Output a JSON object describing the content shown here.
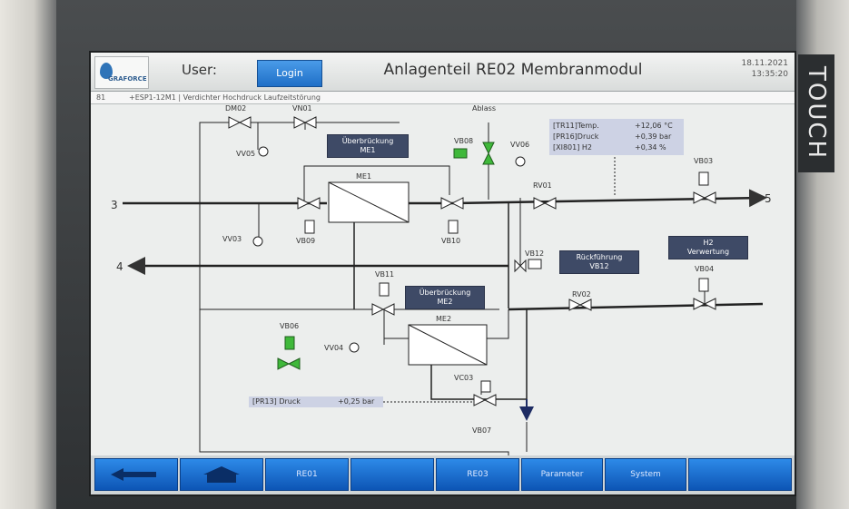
{
  "device": {
    "side_label": "TOUCH"
  },
  "header": {
    "logo_text": "GRAFORCE",
    "user_label": "User:",
    "login_button": "Login",
    "title": "Anlagenteil RE02 Membranmodul",
    "date": "18.11.2021",
    "time": "13:35:20"
  },
  "message_bar": {
    "number": "81",
    "text": "+ESP1-12M1 | Verdichter Hochdruck Laufzeitstörung"
  },
  "diagram": {
    "labels": {
      "dm02": "DM02",
      "vn01": "VN01",
      "ablass": "Ablass",
      "vv05": "VV05",
      "vb08": "VB08",
      "vv06": "VV06",
      "vb03": "VB03",
      "me1": "ME1",
      "rv01": "RV01",
      "in3": "3",
      "out5": "5",
      "vv03": "VV03",
      "vb09": "VB09",
      "vb10": "VB10",
      "vb12": "VB12",
      "out4": "4",
      "vb11": "VB11",
      "vb04": "VB04",
      "rv02": "RV02",
      "vb06": "VB06",
      "me2": "ME2",
      "vv04": "VV04",
      "vc03": "VC03",
      "vb07": "VB07"
    },
    "buttons": {
      "bypass_me1": [
        "Überbrückung",
        "ME1"
      ],
      "bypass_me2": [
        "Überbrückung",
        "ME2"
      ],
      "return_vb12": [
        "Rückführung",
        "VB12"
      ],
      "h2_use": [
        "H2",
        "Verwertung"
      ]
    },
    "info_box": {
      "rows": [
        {
          "tag": "[TR11]Temp.",
          "value": "+12,06 °C"
        },
        {
          "tag": "[PR16]Druck",
          "value": "+0,39 bar"
        },
        {
          "tag": "[XI801] H2",
          "value": "+0,34 %"
        }
      ]
    },
    "pressure_box": {
      "tag": "[PR13] Druck",
      "value": "+0,25 bar"
    }
  },
  "footer": {
    "buttons": [
      "",
      "",
      "RE01",
      "",
      "RE03",
      "Parameter",
      "System",
      ""
    ]
  },
  "colors": {
    "accent": "#1f6fc7",
    "valve_active": "#3fb83a",
    "label_dark": "#3e4a66"
  }
}
